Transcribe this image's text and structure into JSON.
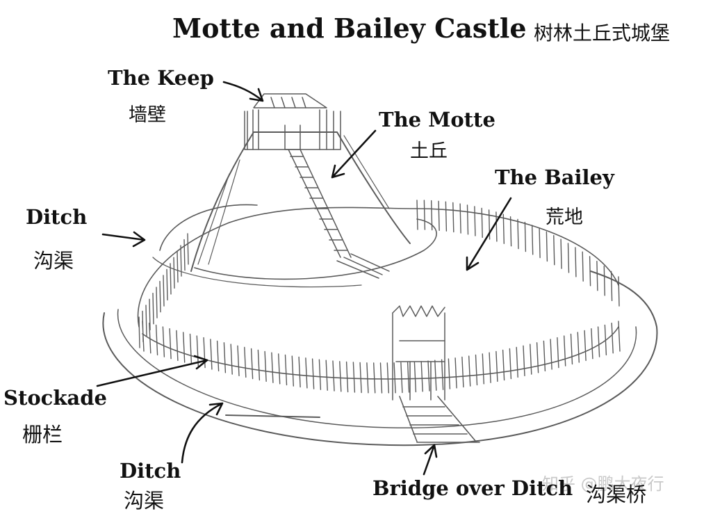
{
  "diagram": {
    "title": "Motte and Bailey Castle",
    "title_zh": "树林土丘式城堡",
    "labels": {
      "keep": {
        "en": "The Keep",
        "zh": "墙壁"
      },
      "motte": {
        "en": "The Motte",
        "zh": "土丘"
      },
      "bailey": {
        "en": "The Bailey",
        "zh": "荒地"
      },
      "ditch_upper": {
        "en": "Ditch",
        "zh": "沟渠"
      },
      "stockade": {
        "en": "Stockade",
        "zh": "栅栏"
      },
      "ditch_lower": {
        "en": "Ditch",
        "zh": "沟渠"
      },
      "bridge": {
        "en": "Bridge over Ditch",
        "zh": "沟渠桥"
      }
    },
    "watermark": "知乎 @鹏大夜行"
  },
  "colors": {
    "ink": "#111111",
    "pencil": "#5a5a5a",
    "paper": "#ffffff",
    "watermark": "#c9c9c9"
  }
}
